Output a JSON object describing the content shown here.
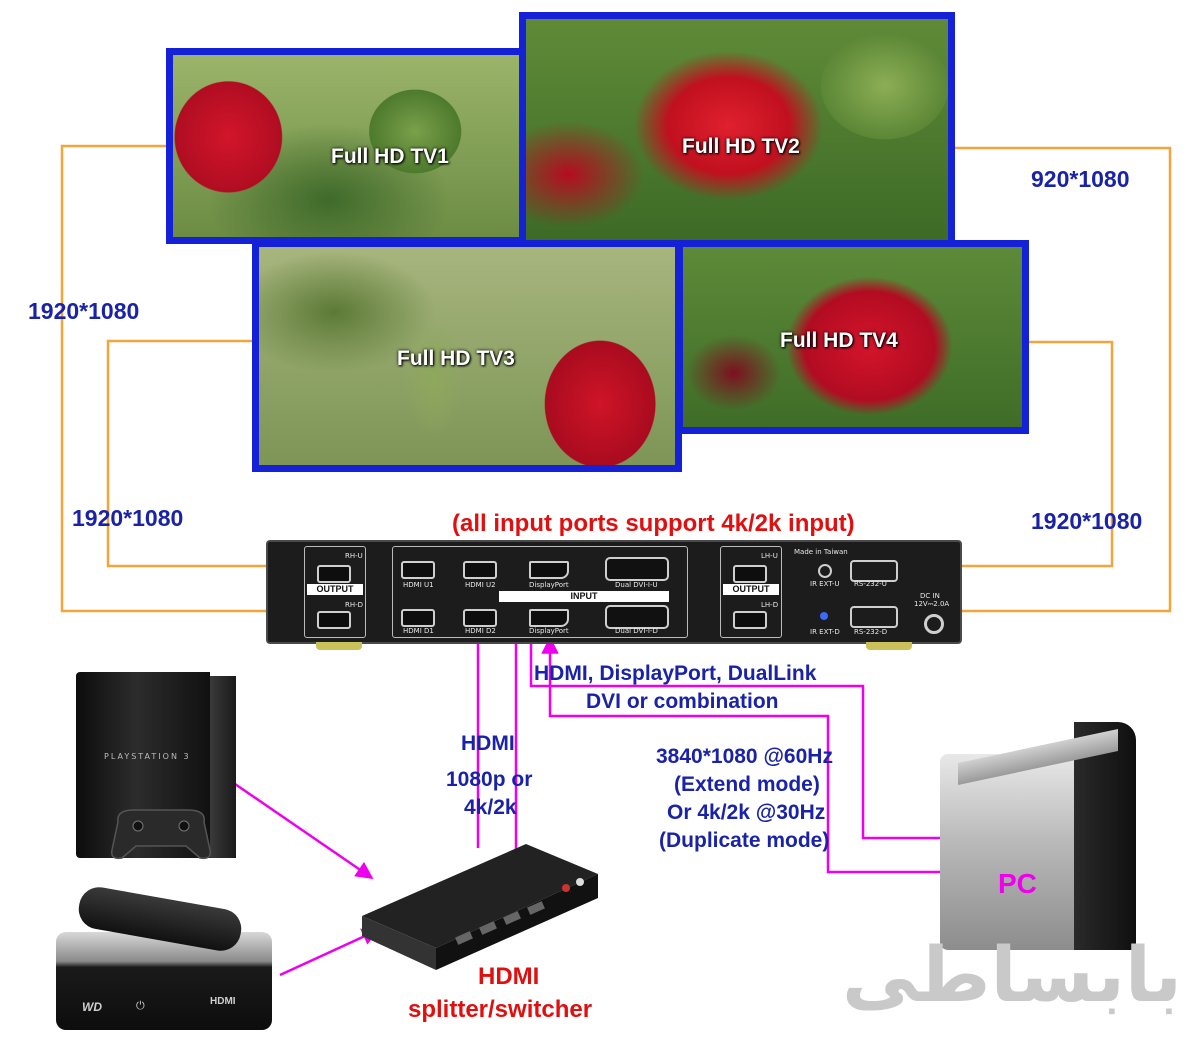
{
  "tvs": [
    {
      "id": "tv1",
      "label": "Full HD TV1"
    },
    {
      "id": "tv2",
      "label": "Full HD TV2"
    },
    {
      "id": "tv3",
      "label": "Full HD TV3"
    },
    {
      "id": "tv4",
      "label": "Full HD TV4"
    }
  ],
  "resolutions": {
    "right_top": "920*1080",
    "left_upper": "1920*1080",
    "left_lower": "1920*1080",
    "right_lower": "1920*1080"
  },
  "note": "(all input ports support 4k/2k input)",
  "controller": {
    "output_label": "OUTPUT",
    "input_label": "INPUT",
    "made_in": "Made in Taiwan",
    "dc_in": "DC IN",
    "dc_spec": "12V⎓2.0A",
    "ports": {
      "rh_u": "RH-U",
      "rh_d": "RH-D",
      "lh_u": "LH-U",
      "lh_d": "LH-D",
      "hdmi_u1": "HDMI U1",
      "hdmi_u2": "HDMI U2",
      "hdmi_d1": "HDMI D1",
      "hdmi_d2": "HDMI D2",
      "displayport_u": "DisplayPort",
      "displayport_d": "DisplayPort",
      "dual_dvi_u": "Dual DVI-I-U",
      "dual_dvi_d": "Dual DVI-I-D",
      "ir_ext_u": "IR EXT-U",
      "ir_ext_d": "IR EXT-D",
      "rs232_u": "RS-232-U",
      "rs232_d": "RS-232-D"
    }
  },
  "pc_input": {
    "line1": "HDMI, DisplayPort, DualLink",
    "line2": "DVI or combination"
  },
  "pc_modes": [
    "3840*1080 @60Hz",
    "(Extend mode)",
    "Or 4k/2k @30Hz",
    "(Duplicate mode)"
  ],
  "hdmi_input": [
    "HDMI",
    "1080p or",
    "4k/2k"
  ],
  "splitter": [
    "HDMI",
    "splitter/switcher"
  ],
  "pc_label": "PC",
  "devices": {
    "console_brand": "PLAYSTATION 3",
    "player_brand": "WD",
    "player_hdmi": "HDMI"
  },
  "watermark": "بابساطی",
  "colors": {
    "screen_border": "#1521d6",
    "orange_line": "#f2a53a",
    "magenta_line": "#ee00ee",
    "resolution_text": "#1a23a8",
    "note_text": "#e01010",
    "pc_text": "#ee00ee"
  }
}
